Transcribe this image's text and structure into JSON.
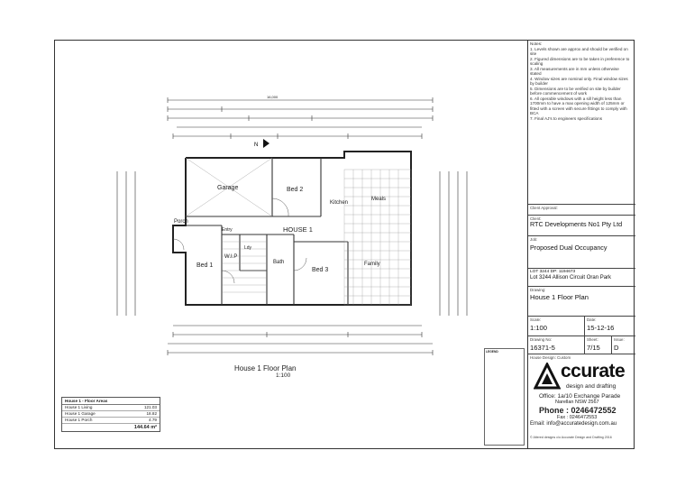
{
  "notes": [
    "Notes:",
    "1. Levels shown are approx and should be verified on site",
    "2. Figured dimensions are to be taken in preference to scaling",
    "3. All measurements are in mm unless otherwise stated",
    "4. Window sizes are nominal only. Final window sizes by builder",
    "5. Dimensions are to be verified on site by builder before commencement of work",
    "6. All operable windows with a sill height less than 1700mm to have a max opening width of 125mm or fitted with a screen with secure fittings to comply with BCA",
    "7. Final AJ's to engineers specifications"
  ],
  "title_block": {
    "client_approval_label": "Client Approval:",
    "client_label": "Client:",
    "client": "RTC Developments No1 Pty Ltd",
    "job_label": "Job:",
    "job": "Proposed Dual Occupancy",
    "lot_line": "LOT 3244 DP: 1194673",
    "address": "Lot 3244 Allison Circuit Oran Park",
    "drawing_label": "Drawing:",
    "drawing": "House 1 Floor Plan",
    "scale_label": "Scale:",
    "scale": "1:100",
    "date_label": "Date:",
    "date": "15-12-16",
    "drawing_no_label": "Drawing No:",
    "drawing_no": "16371-5",
    "sheet_label": "Sheet:",
    "sheet": "7/15",
    "issue_label": "Issue:",
    "issue": "D",
    "house_design_label": "House Design: Custom"
  },
  "plan": {
    "caption": "House 1 Floor Plan",
    "scale": "1:100",
    "house_label": "HOUSE 1",
    "rooms": [
      "Garage",
      "Bed 2",
      "Kitchen",
      "Meals",
      "Porch",
      "Bed 1",
      "Bath",
      "Bed 3",
      "Family",
      "W.I.P",
      "Ldy",
      "Entry"
    ],
    "overall_dim": "16,000",
    "north_sym": "N"
  },
  "areas": {
    "title": "House 1 - Floor Areas",
    "rows": [
      {
        "label": "House 1 Living",
        "value": "121.03"
      },
      {
        "label": "House 1 Garage",
        "value": "18.82"
      },
      {
        "label": "House 1 Porch",
        "value": "4.79"
      }
    ],
    "total": "144.64 m²"
  },
  "legend_title": "LEGEND",
  "brand": {
    "name": "ccurate",
    "tagline": "design and drafting",
    "office": "Office: 1a/10 Exchange Parade",
    "suburb": "Narellan NSW 2567",
    "phone": "Phone : 0246472552",
    "fax": "Fax : 0246472553",
    "email": "Email: info@accuratedesign.com.au"
  },
  "copyright": "© Altered designs c/o Accurate Design and Drafting 2016"
}
